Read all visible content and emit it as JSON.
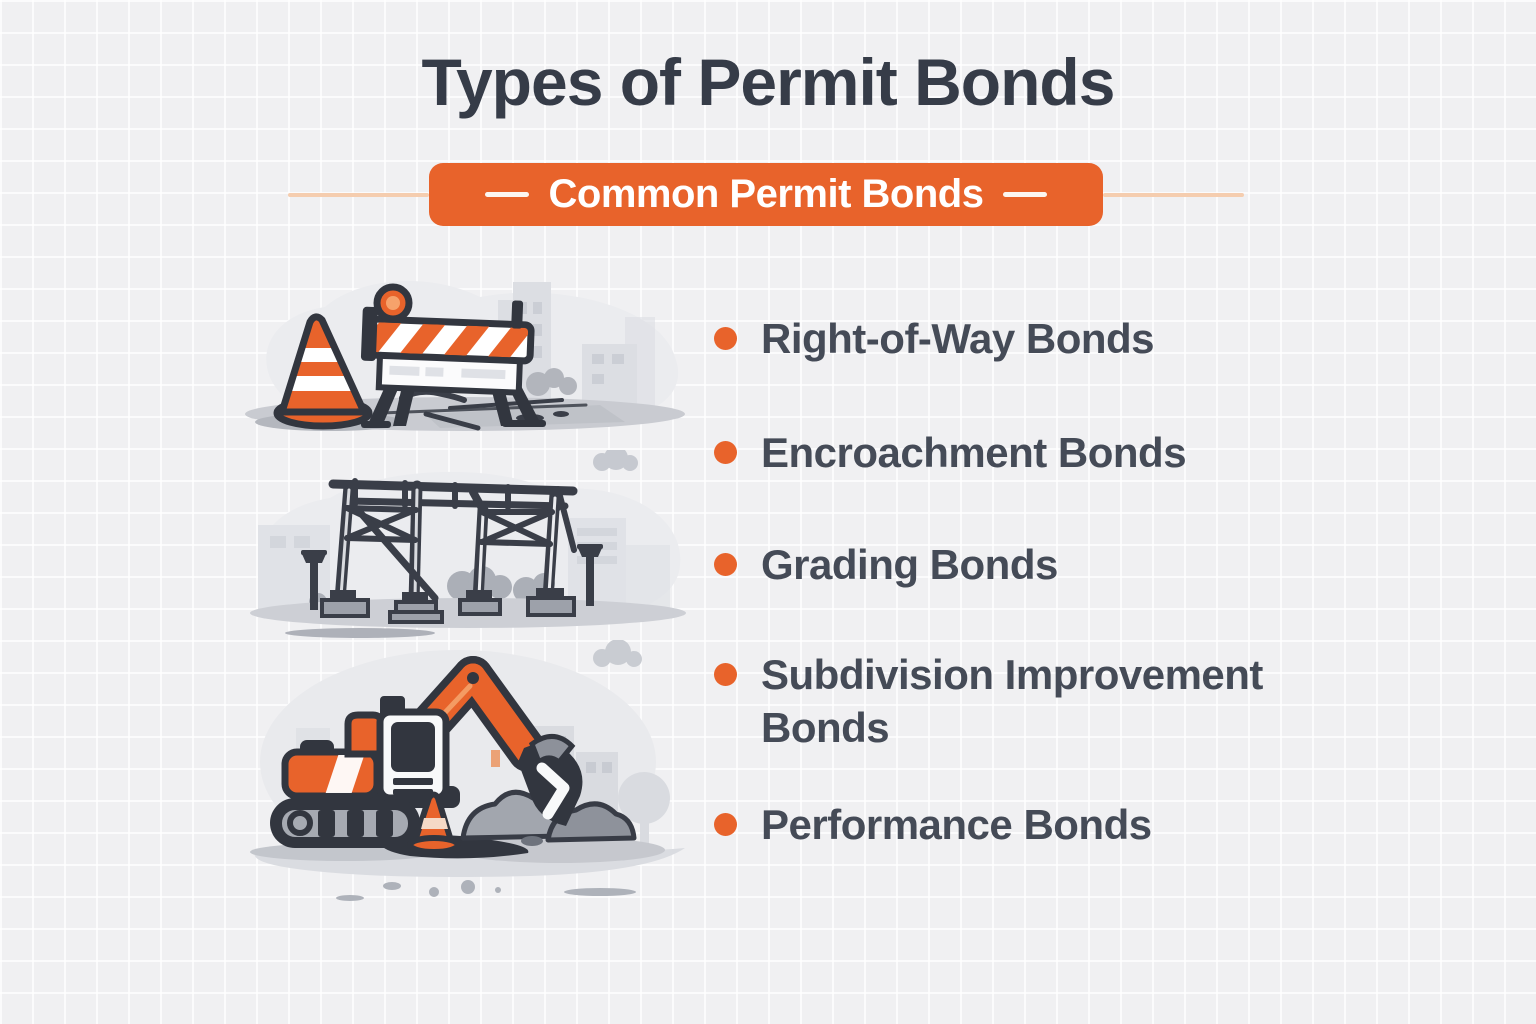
{
  "title": "Types of Permit Bonds",
  "banner": {
    "label": "Common Permit Bonds"
  },
  "list": {
    "items": [
      "Right-of-Way Bonds",
      "Encroachment Bonds",
      "Grading Bonds",
      "Subdivision Improvement Bonds",
      "Performance Bonds"
    ]
  },
  "illustrations": [
    {
      "name": "barricade-and-cone-illustration",
      "alt": "Traffic cone beside an orange striped road-closure barricade with a warning light, city skyline behind"
    },
    {
      "name": "scaffolding-gantry-illustration",
      "alt": "Gray steel scaffolding gantry with cross braces on pedestal footings, flanked by two bollards"
    },
    {
      "name": "excavator-illustration",
      "alt": "Orange excavator digging gray dirt piles next to a small traffic cone"
    }
  ],
  "colors": {
    "accent_orange": "#E8632B",
    "banner_side_line": "#F5CDAF",
    "title_text": "#363C48",
    "list_text": "#454B57",
    "outline_dark": "#32363F",
    "background": "#F0F0F2"
  }
}
